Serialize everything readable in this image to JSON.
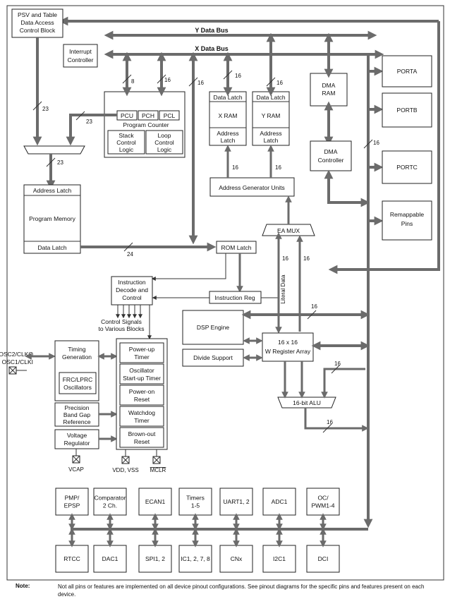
{
  "buses": {
    "y_data_bus": "Y Data Bus",
    "x_data_bus": "X Data Bus",
    "literal_data": "Literal Data"
  },
  "widths": {
    "w8": "8",
    "w16": "16",
    "w23": "23",
    "w24": "24"
  },
  "blocks": {
    "psv": [
      "PSV and Table",
      "Data Access",
      "Control Block"
    ],
    "interrupt": [
      "Interrupt",
      "Controller"
    ],
    "pcu": "PCU",
    "pch": "PCH",
    "pcl": "PCL",
    "program_counter": "Program Counter",
    "stack_control": [
      "Stack",
      "Control",
      "Logic"
    ],
    "loop_control": [
      "Loop",
      "Control",
      "Logic"
    ],
    "x_data_latch": "Data Latch",
    "x_ram": "X RAM",
    "x_address_latch": [
      "Address",
      "Latch"
    ],
    "y_data_latch": "Data Latch",
    "y_ram": "Y RAM",
    "y_address_latch": [
      "Address",
      "Latch"
    ],
    "dma_ram": [
      "DMA",
      "RAM"
    ],
    "dma_controller": [
      "DMA",
      "Controller"
    ],
    "porta": "PORTA",
    "portb": "PORTB",
    "portc": "PORTC",
    "remappable_pins": [
      "Remappable",
      "Pins"
    ],
    "agu": "Address Generator Units",
    "ea_mux": "EA MUX",
    "address_latch": "Address Latch",
    "program_memory": "Program Memory",
    "data_latch": "Data Latch",
    "rom_latch": "ROM Latch",
    "instruction_decode": [
      "Instruction",
      "Decode and",
      "Control"
    ],
    "instruction_reg": "Instruction Reg",
    "control_signals": [
      "Control Signals",
      "to Various Blocks"
    ],
    "dsp_engine": "DSP Engine",
    "divide_support": "Divide Support",
    "w_register": [
      "16 x 16",
      "W Register Array"
    ],
    "alu": "16-bit ALU",
    "osc_pins": [
      "OSC2/CLKO",
      "OSC1/CLKI"
    ],
    "timing_generation": [
      "Timing",
      "Generation"
    ],
    "frc_osc": [
      "FRC/LPRC",
      "Oscillators"
    ],
    "bandgap": [
      "Precision",
      "Band Gap",
      "Reference"
    ],
    "voltage_regulator": [
      "Voltage",
      "Regulator"
    ],
    "powerup_timer": [
      "Power-up",
      "Timer"
    ],
    "ost": [
      "Oscillator",
      "Start-up Timer"
    ],
    "por": [
      "Power-on",
      "Reset"
    ],
    "wdt": [
      "Watchdog",
      "Timer"
    ],
    "bor": [
      "Brown-out",
      "Reset"
    ],
    "vcap": "VCAP",
    "vdd_vss": "VDD, VSS",
    "mclr": "MCLR"
  },
  "peripherals_top": [
    [
      "PMP/",
      "EPSP"
    ],
    [
      "Comparator",
      "2 Ch."
    ],
    [
      "ECAN1"
    ],
    [
      "Timers",
      "1-5"
    ],
    [
      "UART1, 2"
    ],
    [
      "ADC1"
    ],
    [
      "OC/",
      "PWM1-4"
    ]
  ],
  "peripherals_bottom": [
    "RTCC",
    "DAC1",
    "SPI1, 2",
    "IC1, 2, 7, 8",
    "CNx",
    "I2C1",
    "DCI"
  ],
  "note": {
    "label": "Note:",
    "text": "Not all pins or features are implemented on all device pinout configurations. See pinout diagrams for the specific pins and features present on each device."
  },
  "colors": {
    "bus": "#6b6b6b",
    "outline": "#222222",
    "background": "#ffffff"
  }
}
